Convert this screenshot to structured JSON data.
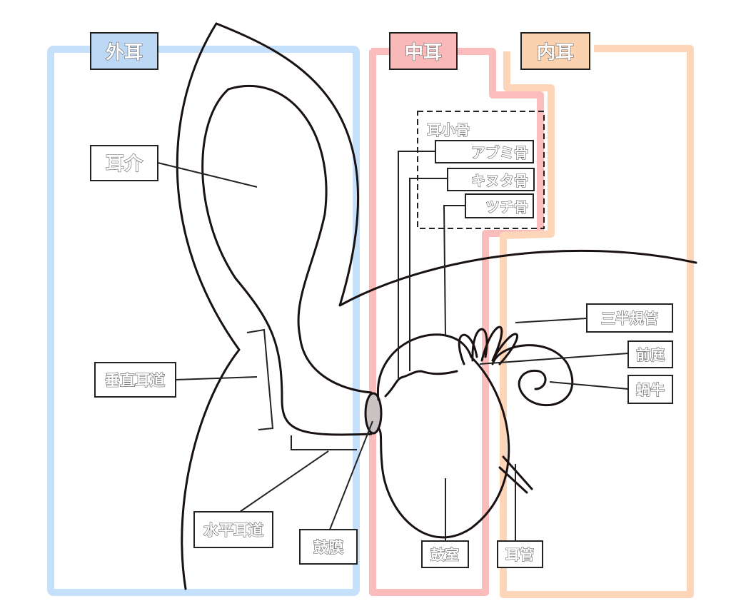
{
  "regions": {
    "outer": {
      "label": "外耳",
      "color": "#c5e0fb"
    },
    "middle": {
      "label": "中耳",
      "color": "#fbbcbc"
    },
    "inner": {
      "label": "内耳",
      "color": "#fdd5b8"
    }
  },
  "labels": {
    "pinna": "耳介",
    "vertical_canal": "垂直耳道",
    "horizontal_canal": "水平耳道",
    "eardrum": "鼓膜",
    "ossicles": "耳小骨",
    "stapes": "アブミ骨",
    "incus": "キヌタ骨",
    "malleus": "ツチ骨",
    "tympanic_cavity": "鼓室",
    "eustachian_tube": "耳管",
    "semicircular_canals": "三半規管",
    "vestibule": "前庭",
    "cochlea": "蝸牛"
  }
}
